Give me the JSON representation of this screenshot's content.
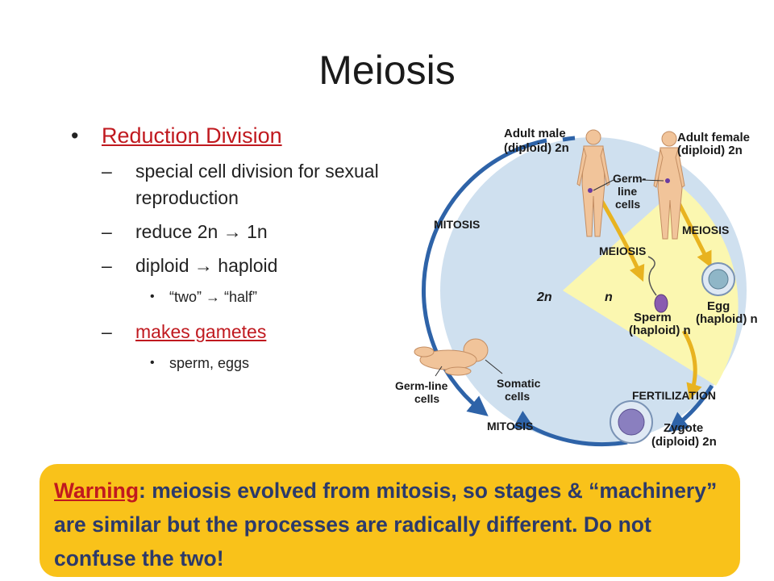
{
  "slide": {
    "title": "Meiosis",
    "bullets": {
      "reduction": "Reduction Division",
      "special": "special cell division for sexual reproduction",
      "reduce": "reduce 2n → 1n",
      "diploid": "diploid → haploid",
      "two_half": "“two” → “half”",
      "gametes": "makes gametes",
      "sperm_eggs": "sperm, eggs"
    },
    "warning": {
      "label": "Warning",
      "text": ": meiosis evolved from mitosis, so stages & “machinery” are similar but the processes are radically different. Do not confuse the two!"
    }
  },
  "diagram": {
    "adult_male": "Adult male",
    "adult_male_ploidy": "(diploid) 2n",
    "adult_female": "Adult female",
    "adult_female_ploidy": "(diploid) 2n",
    "germ_line_1": "Germ-",
    "germ_line_2": "line",
    "germ_line_3": "cells",
    "mitosis_top": "MITOSIS",
    "meiosis_right": "MEIOSIS",
    "meiosis_center": "MEIOSIS",
    "two_n": "2n",
    "n": "n",
    "sperm": "Sperm",
    "sperm_ploidy": "(haploid) n",
    "egg": "Egg",
    "egg_ploidy": "(haploid) n",
    "germline_baby_1": "Germ-line",
    "germline_baby_2": "cells",
    "somatic_1": "Somatic",
    "somatic_2": "cells",
    "fertilization": "FERTILIZATION",
    "mitosis_bottom": "MITOSIS",
    "zygote": "Zygote",
    "zygote_ploidy": "(diploid) 2n"
  },
  "colors": {
    "circle_fill": "#cfe0ef",
    "haploid_wedge": "#fbf7b0",
    "arrow_blue": "#2e63a8",
    "highlight_red": "#c0191f",
    "warning_bg": "#f9c21a",
    "warning_text": "#2c3a6a"
  }
}
